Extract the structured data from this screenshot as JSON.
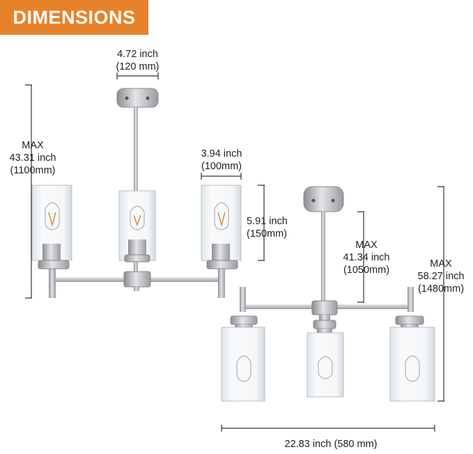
{
  "banner": {
    "title": "DIMENSIONS"
  },
  "dimensions": {
    "canopy_width": {
      "inch": "4.72 inch",
      "mm": "(120 mm)"
    },
    "shade_width": {
      "inch": "3.94 inch",
      "mm": "(100mm)"
    },
    "shade_height": {
      "inch": "5.91 inch",
      "mm": "(150mm)"
    },
    "max_height_left": {
      "max": "MAX",
      "inch": "43.31 inch",
      "mm": "(1100mm)"
    },
    "max_height_mid": {
      "max": "MAX",
      "inch": "41.34 inch",
      "mm": "(1050mm)"
    },
    "max_height_right": {
      "max": "MAX",
      "inch": "58.27 inch",
      "mm": "(1480mm)"
    },
    "overall_width": {
      "text": "22.83 inch (580 mm)"
    }
  },
  "colors": {
    "banner": "#e8822a",
    "metal": "#b8b8be",
    "glass": "#eef2f5"
  }
}
